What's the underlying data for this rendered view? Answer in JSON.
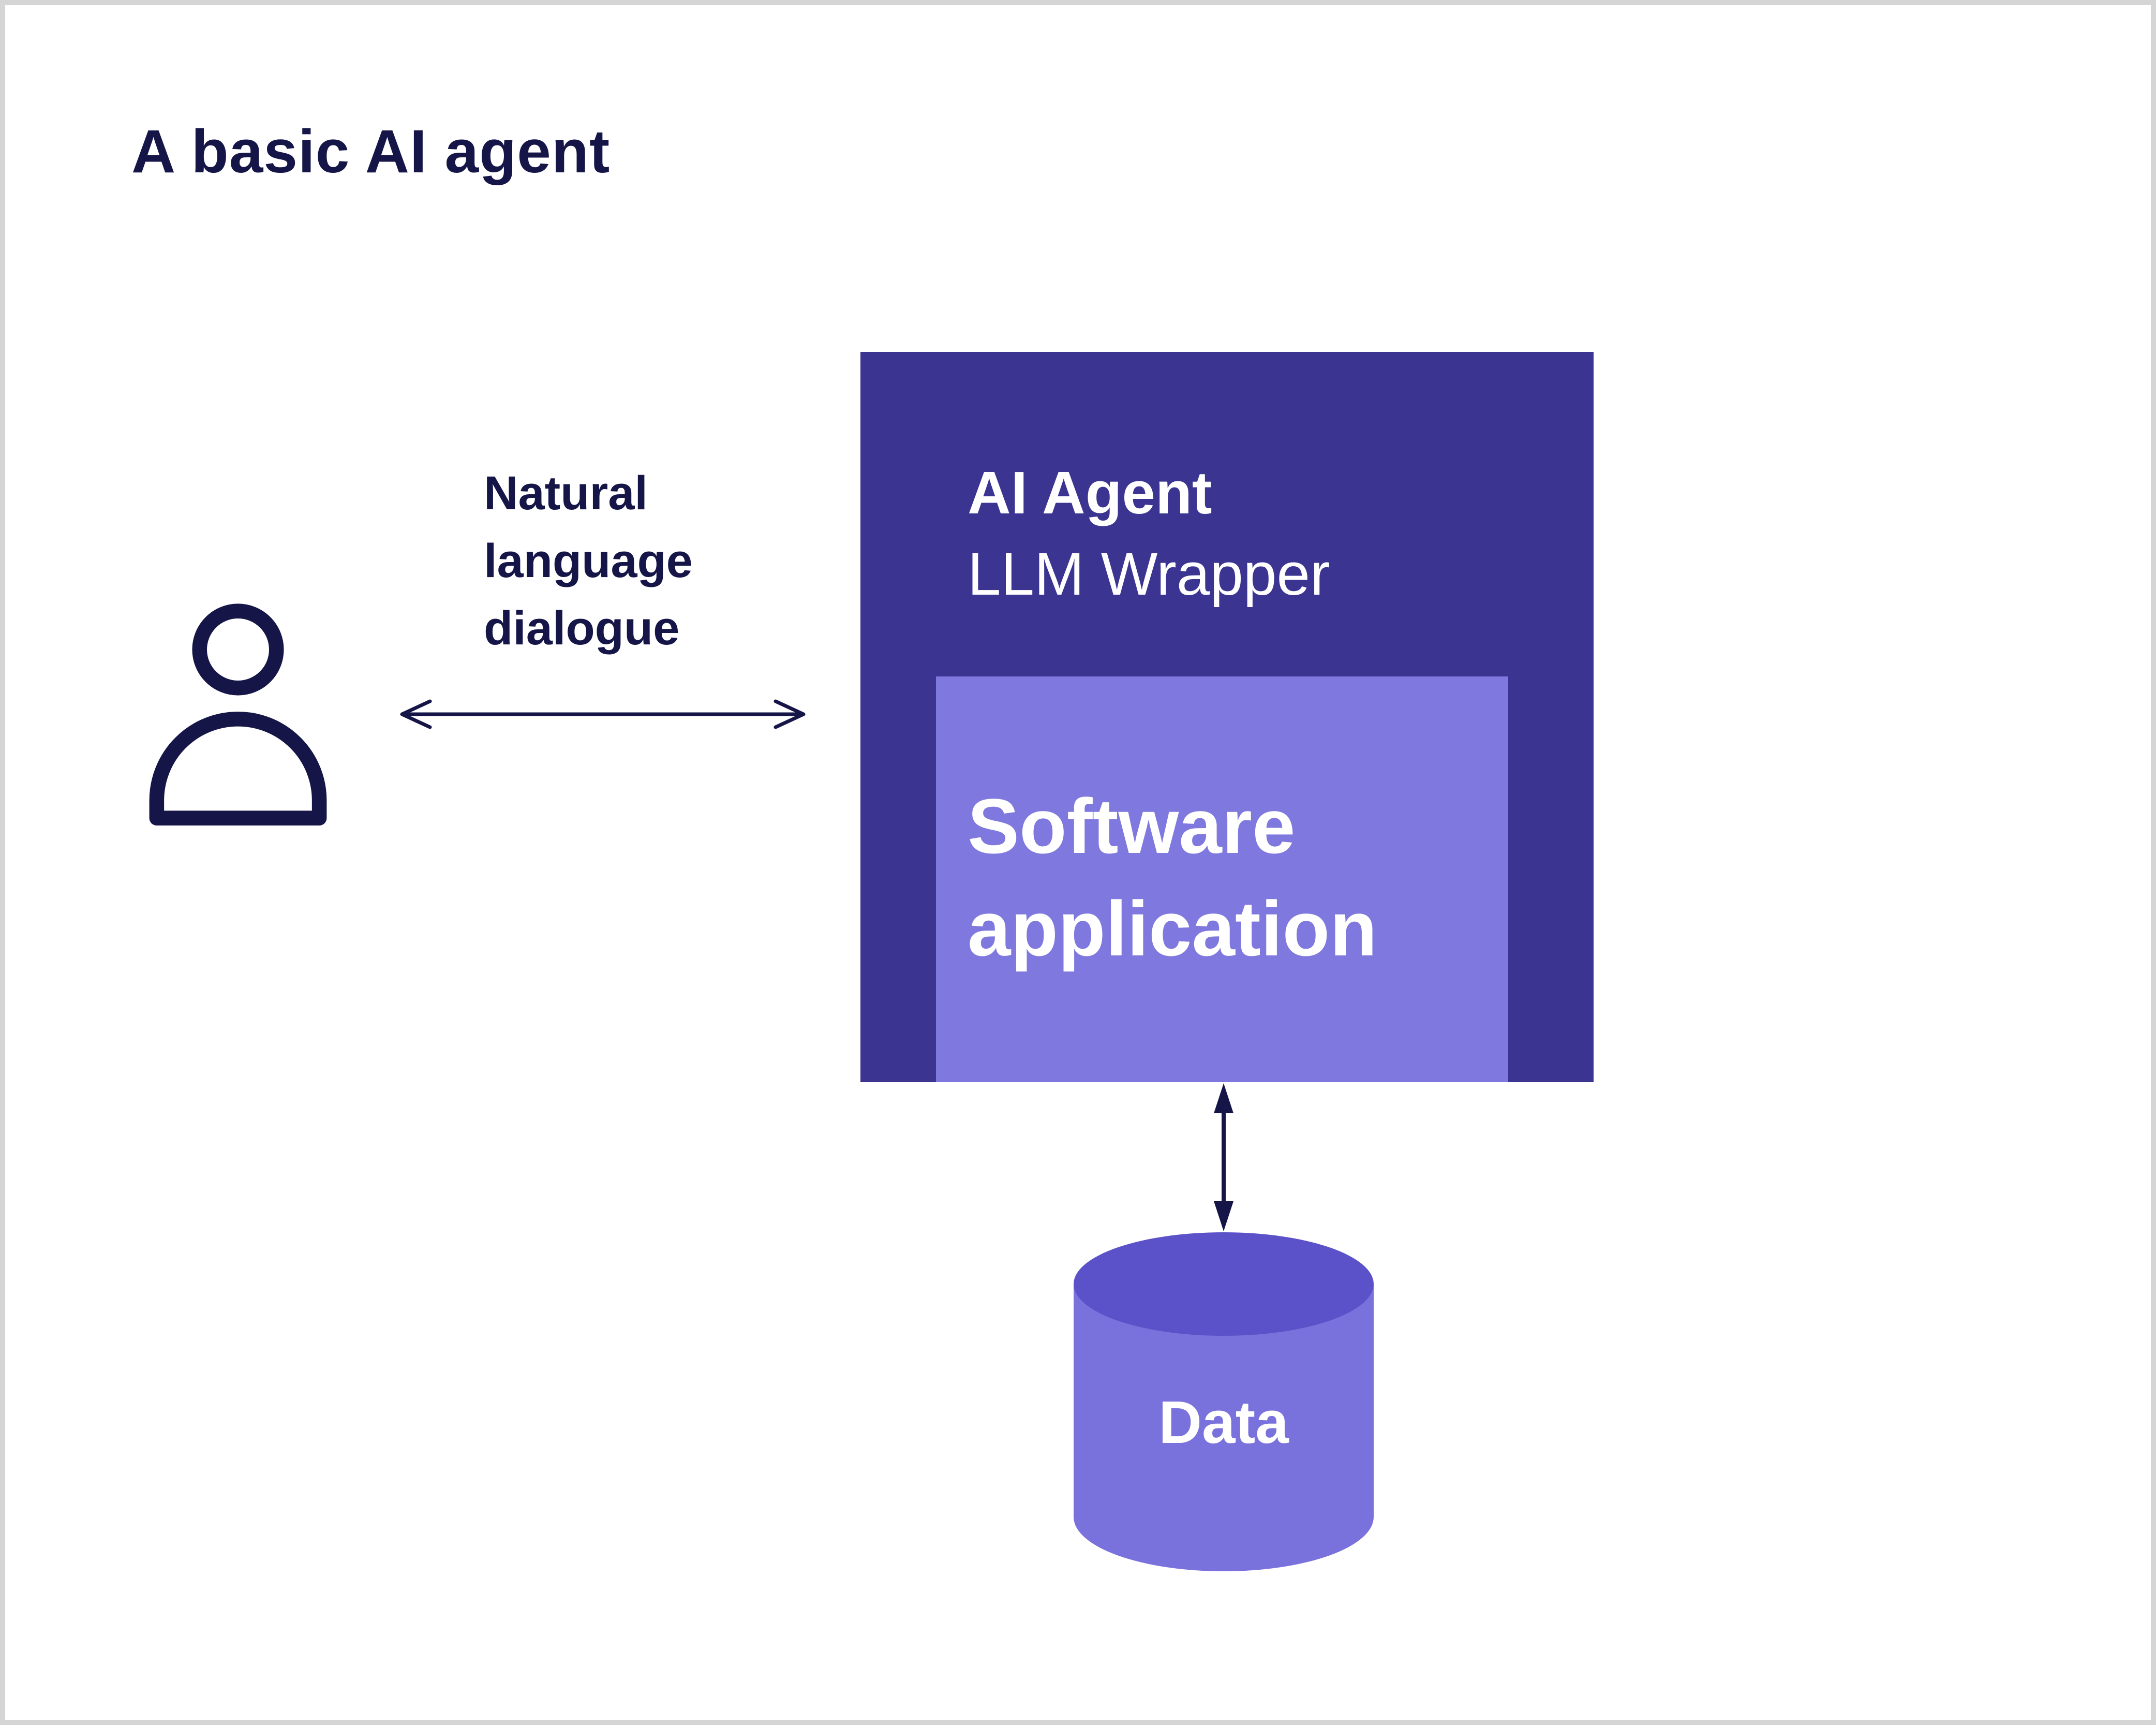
{
  "title": "A basic AI agent",
  "dialogue": {
    "label": "Natural\nlanguage\ndialogue"
  },
  "agent_box": {
    "title": "AI Agent",
    "subtitle": "LLM Wrapper"
  },
  "software_box": {
    "label": "Software application"
  },
  "data_store": {
    "label": "Data"
  },
  "icons": {
    "person": "user-icon",
    "dialogue_arrow": "double-headed-horizontal-arrow-icon",
    "data_arrow": "double-headed-vertical-arrow-icon",
    "data_store": "database-cylinder-icon"
  },
  "colors": {
    "navy": "#151647",
    "indigo": "#3b3491",
    "light_purple": "#7f78de",
    "cyl_body": "#7a72dc",
    "cyl_top": "#5b51c9",
    "border_gray": "#d5d5d5",
    "bg": "#ffffff"
  }
}
